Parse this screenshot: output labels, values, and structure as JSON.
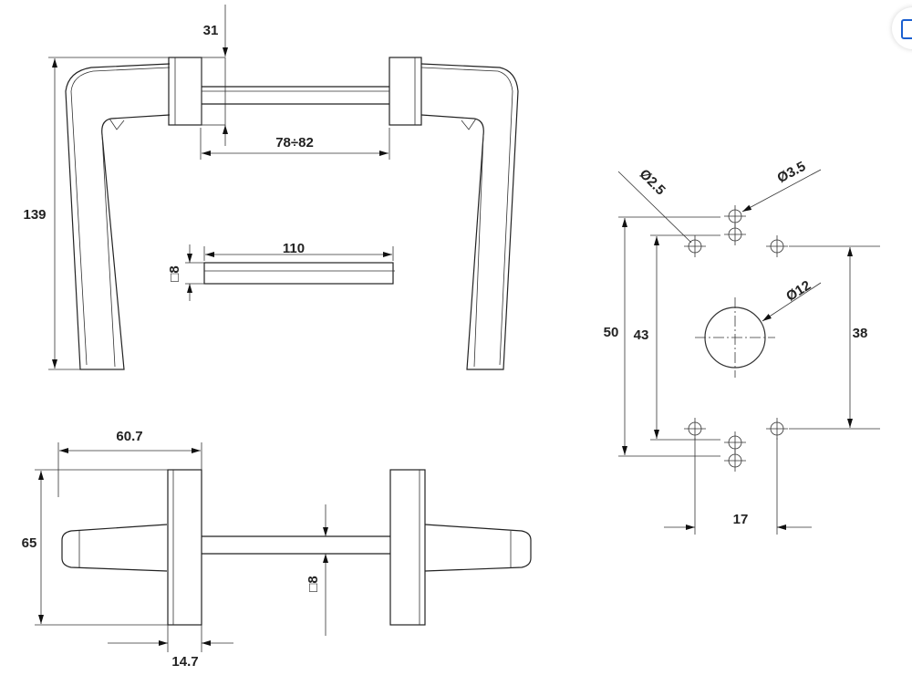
{
  "drawing": {
    "top_view": {
      "dim_rosette_depth": "31",
      "dim_door_thickness": "78÷82",
      "dim_height": "139",
      "spindle_length": "110",
      "spindle_section": "□8"
    },
    "bottom_view": {
      "dim_projection": "60.7",
      "dim_rosette_height": "65",
      "dim_rosette_thickness": "14.7",
      "spindle_section": "□8"
    },
    "hole_pattern": {
      "dim_outer": "50",
      "dim_inner": "43",
      "dim_side": "38",
      "dim_offset": "17",
      "small_hole": "Ø2.5",
      "screw_hole": "Ø3.5",
      "spindle_hole": "Ø12"
    }
  },
  "colors": {
    "line": "#222222",
    "accent": "#1a5fd0"
  }
}
